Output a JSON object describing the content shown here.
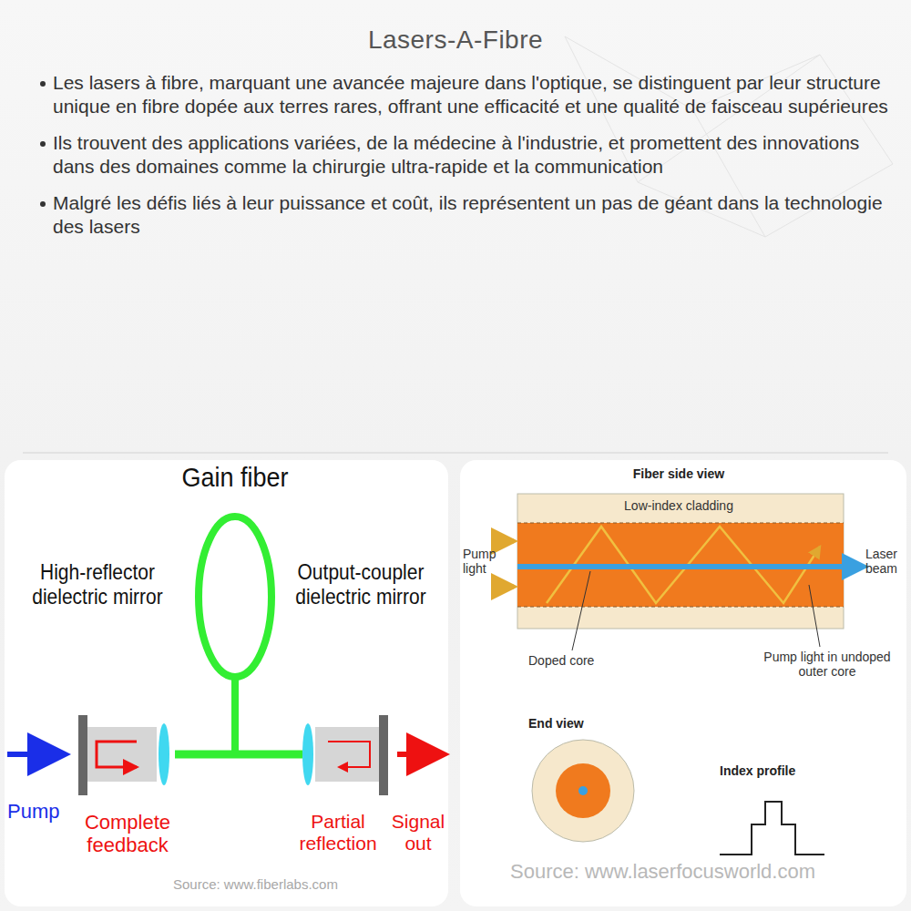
{
  "diagram": {
    "title": "Lasers-A-Fibre",
    "labels": [
      "Les lasers à fibre, marquant une avancée majeure dans l'optique, se distinguent par leur structure unique en fibre dopée aux terres rares, offrant une efficacité et une qualité de faisceau supérieures",
      "Ils trouvent des applications variées, de la médecine à l'industrie, et promettent des innovations dans des domaines comme la chirurgie ultra-rapide et la communication",
      "Malgré les défis liés à leur puissance et coût, ils représentent un pas de géant dans la technologie des lasers",
      "Gain fiber",
      "High-reflector dielectric mirror",
      "Output-coupler dielectric mirror",
      "Pump",
      "Complete feedback",
      "Partial reflection",
      "Signal out",
      "Source: www.fiberlabs.com",
      "Fiber side view",
      "Low-index cladding",
      "Pump light",
      "Laser beam",
      "Doped core",
      "Pump light in undoped outer core",
      "End view",
      "Index profile",
      "Source: www.laserfocusworld.com"
    ]
  }
}
